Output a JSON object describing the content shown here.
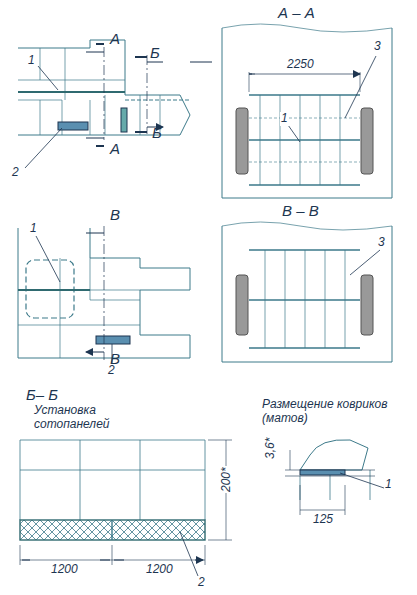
{
  "diagram": {
    "labels": [
      "А",
      "Б",
      "1",
      "2",
      "А",
      "Б",
      "А – А",
      "2250",
      "3",
      "1",
      "В",
      "1",
      "2",
      "В",
      "В – В",
      "3",
      "Б– Б",
      "Установка сотопанелей",
      "1200",
      "1200",
      "200*",
      "2",
      "Размещение ковриков (матов)",
      "3,6*",
      "125",
      "1"
    ]
  }
}
